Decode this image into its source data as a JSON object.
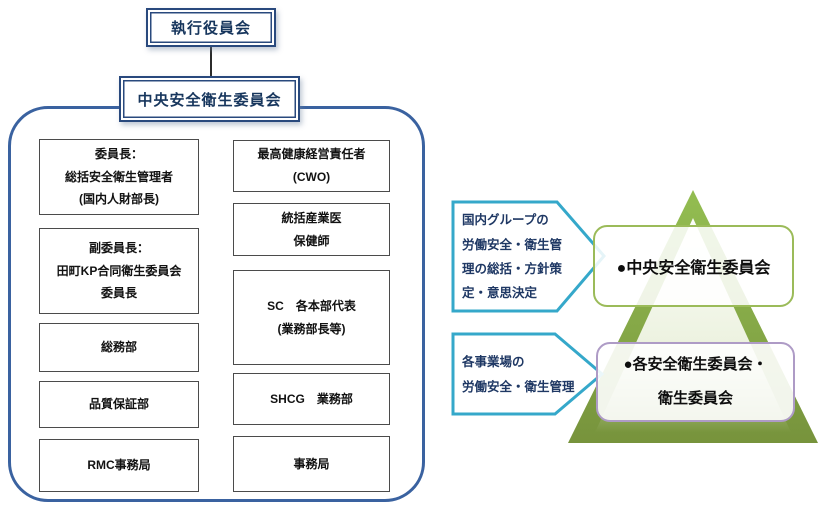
{
  "org_chart": {
    "executive_board": "執行役員会",
    "central_committee": "中央安全衛生委員会",
    "left_column": [
      {
        "line1": "委員長：",
        "line2": "総括安全衛生管理者",
        "line3": "(国内人財部長)"
      },
      {
        "line1": "副委員長：",
        "line2": "田町KP合同衛生委員会",
        "line3": "委員長"
      },
      {
        "line1": "総務部"
      },
      {
        "line1": "品質保証部"
      },
      {
        "line1": "RMC事務局"
      }
    ],
    "right_column": [
      {
        "line1": "最高健康経営責任者",
        "line2": "(CWO)"
      },
      {
        "line1": "統括産業医",
        "line2": "保健師"
      },
      {
        "line1": "SC　各本部代表",
        "line2": "(業務部長等)"
      },
      {
        "line1": "SHCG　業務部"
      },
      {
        "line1": "事務局"
      }
    ]
  },
  "callouts": [
    {
      "line1": "国内グループの",
      "line2": "労働安全・衛生管",
      "line3": "理の総括・方針策",
      "line4": "定・意思決定"
    },
    {
      "line1": "各事業場の",
      "line2": "労働安全・衛生管理"
    }
  ],
  "pyramid": {
    "tier1_label": "●中央安全衛生委員会",
    "tier2_line1": "●各安全衛生委員会・",
    "tier2_line2": "衛生委員会"
  },
  "colors": {
    "navy_text": "#17365d",
    "navy_border": "#29497d",
    "container_border": "#3a62a0",
    "member_border": "#4b4b4b",
    "callout_border": "#35a8ca",
    "pyramid_dark_green": "#77933c",
    "pyramid_light_green": "#93bd51",
    "tier1_border_green": "#9bbb59",
    "tier2_border_purple": "#ae9bc6"
  }
}
